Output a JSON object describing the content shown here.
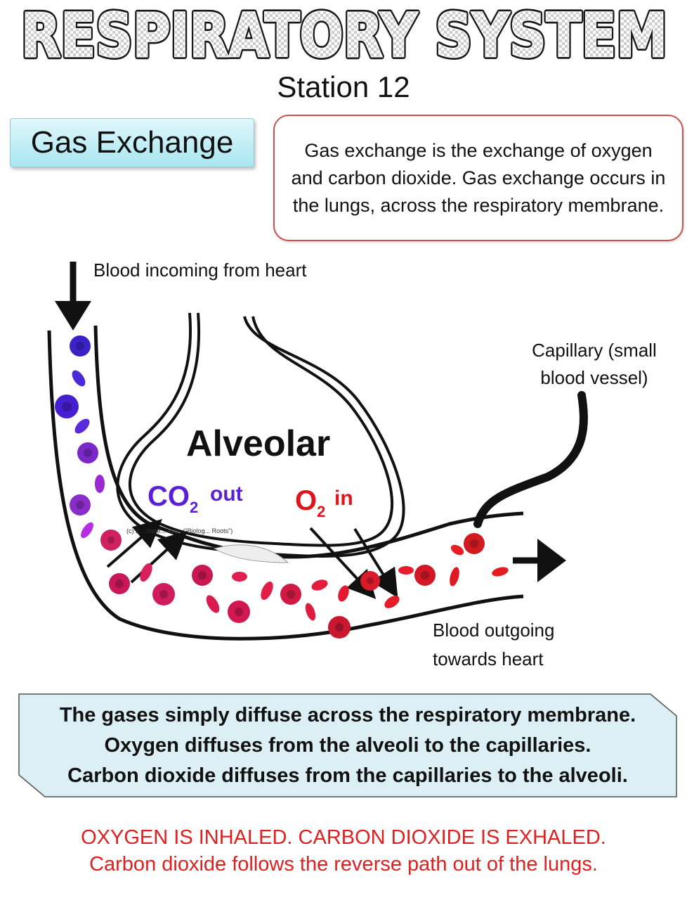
{
  "title": "RESPIRATORY SYSTEM",
  "subtitle": "Station 12",
  "topic": "Gas Exchange",
  "definition": "Gas exchange is the exchange of oxygen and carbon dioxide. Gas exchange occurs in the lungs, across the respiratory membrane.",
  "diagram": {
    "blood_in_label": "Blood incoming from heart",
    "capillary_label_line1": "Capillary (small",
    "capillary_label_line2": "blood vessel)",
    "alveolar_label": "Alveolar",
    "co2_main": "CO",
    "co2_sub": "2",
    "co2_direction": "out",
    "o2_main": "O",
    "o2_sub": "2",
    "o2_direction": "in",
    "blood_out_line1": "Blood outgoing",
    "blood_out_line2": "towards heart",
    "credit": "(c) 2... Vane... ason (\"Biolog... Roots\")",
    "colors": {
      "co2": "#5a1fd6",
      "o2": "#e0151c",
      "deoxygenated_cell": "#7d2fd0",
      "oxygenated_cell": "#d91a2a"
    }
  },
  "summary": [
    "The gases simply diffuse across the respiratory membrane.",
    "Oxygen diffuses from the alveoli to the capillaries.",
    "Carbon dioxide diffuses from the capillaries to the alveoli."
  ],
  "footer": [
    "OXYGEN IS INHALED. CARBON DIOXIDE IS EXHALED.",
    "Carbon dioxide follows the reverse path out of the lungs."
  ]
}
